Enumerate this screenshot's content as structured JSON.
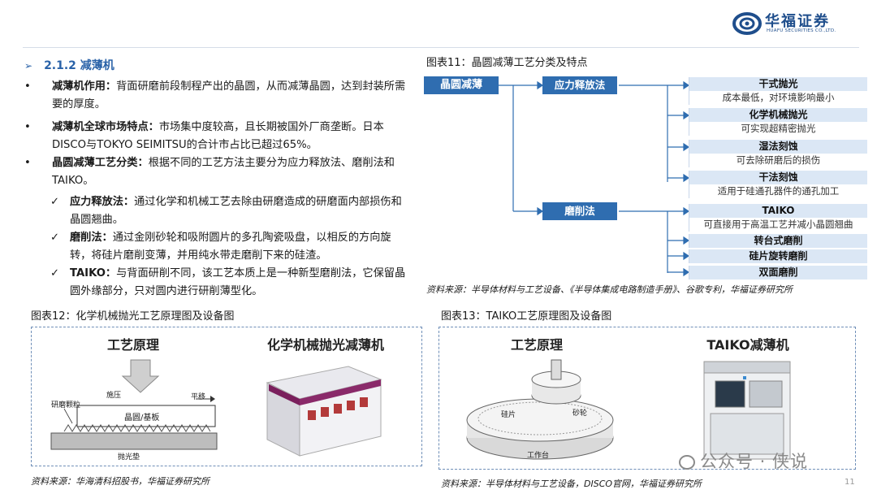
{
  "brand": {
    "name_cn": "华福证券",
    "name_en": "HUAFU SECURITIES CO.,LTD."
  },
  "section": {
    "arrow": "➢",
    "title": "2.1.2 减薄机"
  },
  "bullets": [
    {
      "marker": "•",
      "head": "减薄机作用：",
      "body": "背面研磨前段制程产出的晶圆，从而减薄晶圆，达到封装所需要的厚度。"
    },
    {
      "marker": "•",
      "head": "减薄机全球市场特点：",
      "body": "市场集中度较高，且长期被国外厂商垄断。日本DISCO与TOKYO SEIMITSU的合计市占比已超过65%。"
    },
    {
      "marker": "•",
      "head": "晶圆减薄工艺分类：",
      "body": "根据不同的工艺方法主要分为应力释放法、磨削法和TAIKO。"
    }
  ],
  "checks": [
    {
      "marker": "✓",
      "head": "应力释放法：",
      "body": "通过化学和机械工艺去除由研磨造成的研磨面内部损伤和晶圆翘曲。"
    },
    {
      "marker": "✓",
      "head": "磨削法：",
      "body": "通过金刚砂轮和吸附圆片的多孔陶瓷吸盘，以相反的方向旋转，将硅片磨削变薄，并用纯水带走磨削下来的硅渣。"
    },
    {
      "marker": "✓",
      "head": "TAIKO：",
      "body": "与背面研削不同，该工艺本质上是一种新型磨削法，它保留晶圆外缘部分，只对圆内进行研削薄型化。"
    }
  ],
  "fig11": {
    "title": "图表11：晶圆减薄工艺分类及特点",
    "root": "晶圆减薄",
    "branch1": "应力释放法",
    "branch2": "磨削法",
    "leaves1": [
      {
        "title": "干式抛光",
        "desc": "成本最低，对环境影响最小"
      },
      {
        "title": "化学机械抛光",
        "desc": "可实现超精密抛光"
      },
      {
        "title": "湿法刻蚀",
        "desc": "可去除研磨后的损伤"
      },
      {
        "title": "干法刻蚀",
        "desc": "适用于硅通孔器件的通孔加工"
      }
    ],
    "leaves2": [
      {
        "title": "TAIKO",
        "desc": "可直接用于高温工艺并减小晶圆翘曲"
      },
      {
        "title": "转台式磨削",
        "desc": ""
      },
      {
        "title": "硅片旋转磨削",
        "desc": ""
      },
      {
        "title": "双面磨削",
        "desc": ""
      }
    ],
    "source": "资料来源：半导体材料与工艺设备、《半导体集成电路制造手册》、谷歌专利，华福证券研究所"
  },
  "fig12": {
    "title": "图表12：化学机械抛光工艺原理图及设备图",
    "left_heading": "工艺原理",
    "right_heading": "化学机械抛光减薄机",
    "labels": {
      "press": "施压",
      "translate": "平移",
      "abrasive": "研磨颗粒",
      "wafer": "晶圆/基板",
      "pad": "抛光垫"
    },
    "source": "资料来源：华海清科招股书，华福证券研究所"
  },
  "fig13": {
    "title": "图表13：TAIKO工艺原理图及设备图",
    "left_heading": "工艺原理",
    "right_heading": "TAIKO减薄机",
    "labels": {
      "wafer": "硅片",
      "wheel": "砂轮",
      "table": "工作台"
    },
    "source": "资料来源：半导体材料与工艺设备，DISCO官网，华福证券研究所"
  },
  "watermark": "公众号 · 侠说",
  "page_number": "11",
  "colors": {
    "brand_blue": "#1f4e8c",
    "box_blue": "#2f6db0",
    "leaf_fill": "#dbe7f5",
    "section_blue": "#2a62a8"
  }
}
